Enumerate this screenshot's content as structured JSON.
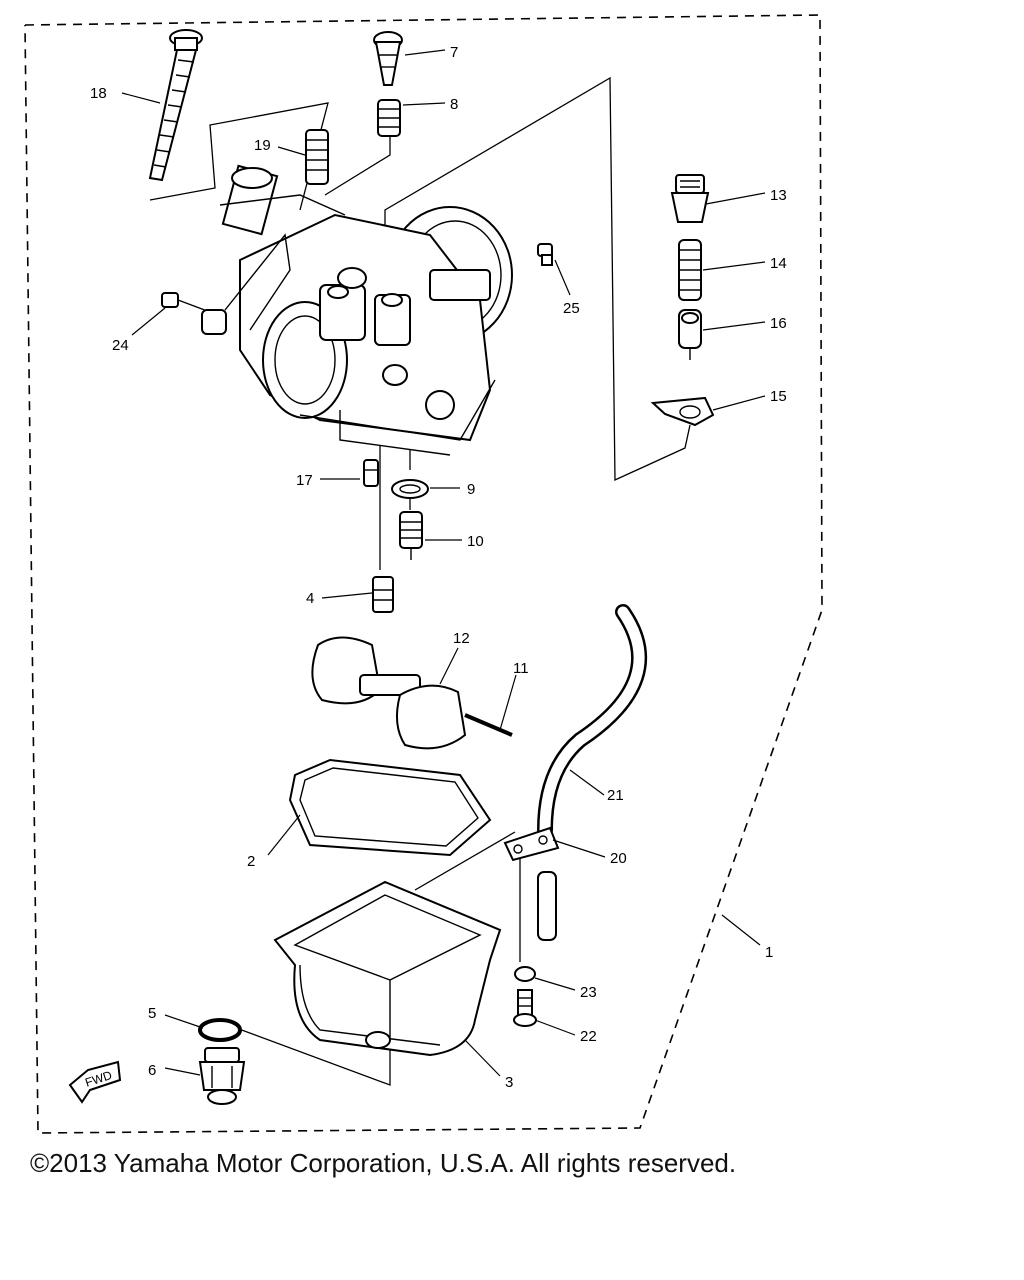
{
  "diagram": {
    "callouts": [
      "1",
      "2",
      "3",
      "4",
      "5",
      "6",
      "7",
      "8",
      "9",
      "10",
      "11",
      "12",
      "13",
      "14",
      "15",
      "16",
      "17",
      "18",
      "19",
      "20",
      "21",
      "22",
      "23",
      "24",
      "25"
    ],
    "fwd_label": "FWD"
  },
  "copyright": "©2013 Yamaha Motor Corporation, U.S.A. All rights reserved."
}
